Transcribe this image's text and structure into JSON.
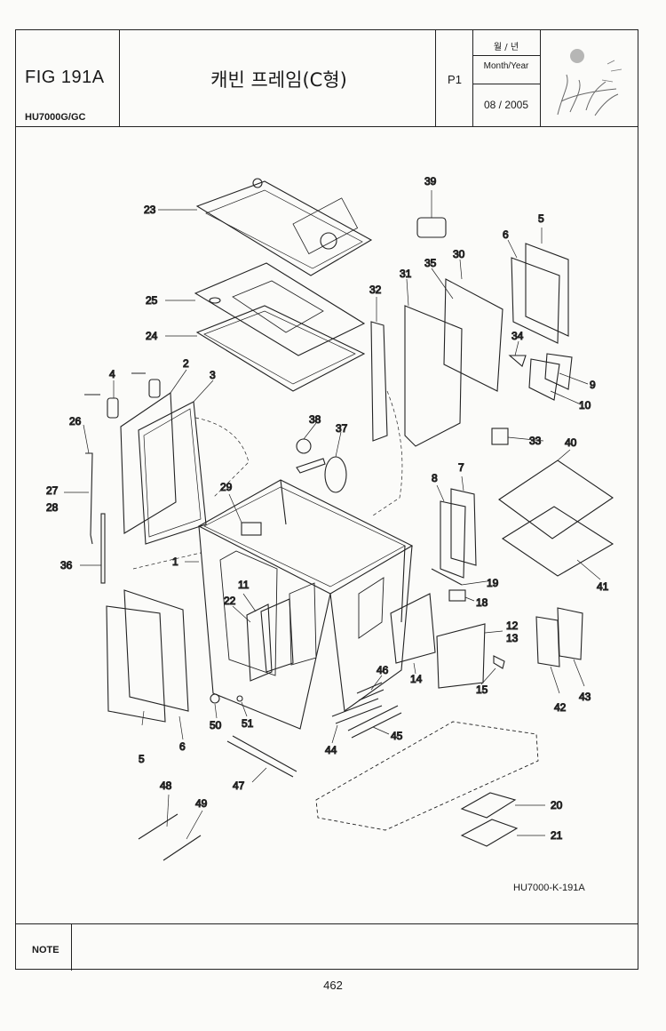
{
  "header": {
    "fig": "FIG 191A",
    "model": "HU7000G/GC",
    "title": "캐빈 프레임(C형)",
    "page_code": "P1",
    "date_label_ko": "월 / 년",
    "date_label_en": "Month/Year",
    "date_value": "08 / 2005"
  },
  "diagram": {
    "reference": "HU7000-K-191A",
    "callouts": [
      "1",
      "2",
      "3",
      "4",
      "5",
      "5",
      "6",
      "6",
      "7",
      "8",
      "9",
      "10",
      "11",
      "12",
      "13",
      "14",
      "15",
      "18",
      "19",
      "20",
      "21",
      "22",
      "23",
      "24",
      "25",
      "26",
      "36",
      "27",
      "28",
      "29",
      "30",
      "31",
      "32",
      "33",
      "34",
      "35",
      "37",
      "38",
      "39",
      "40",
      "41",
      "42",
      "43",
      "44",
      "45",
      "46",
      "47",
      "48",
      "49",
      "50",
      "51"
    ]
  },
  "note": {
    "label": "NOTE"
  },
  "footer": {
    "page": "462"
  }
}
